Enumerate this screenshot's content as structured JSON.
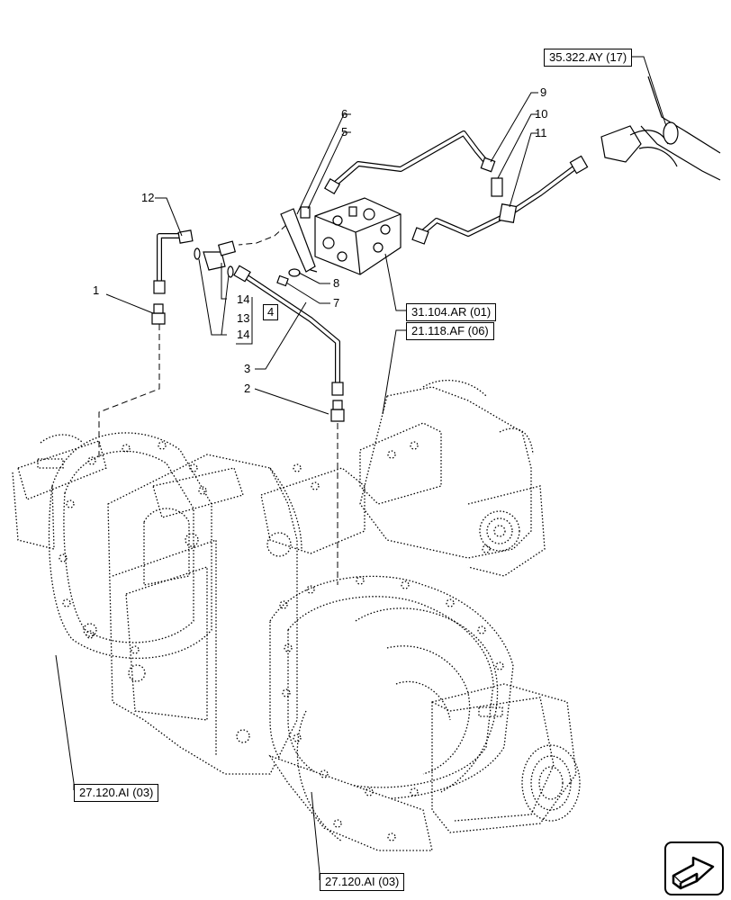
{
  "callouts": {
    "c1": "1",
    "c2": "2",
    "c3": "3",
    "c4": "4",
    "c5": "5",
    "c6": "6",
    "c7": "7",
    "c8": "8",
    "c9": "9",
    "c10": "10",
    "c11": "11",
    "c12": "12",
    "c13": "13",
    "c14a": "14",
    "c14b": "14"
  },
  "references": {
    "ref_35322": "35.322.AY (17)",
    "ref_31104": "31.104.AR (01)",
    "ref_21118": "21.118.AF (06)",
    "ref_27120_left": "27.120.AI (03)",
    "ref_27120_bottom": "27.120.AI (03)"
  },
  "icons": {
    "nav": "next-page-arrow-icon"
  }
}
